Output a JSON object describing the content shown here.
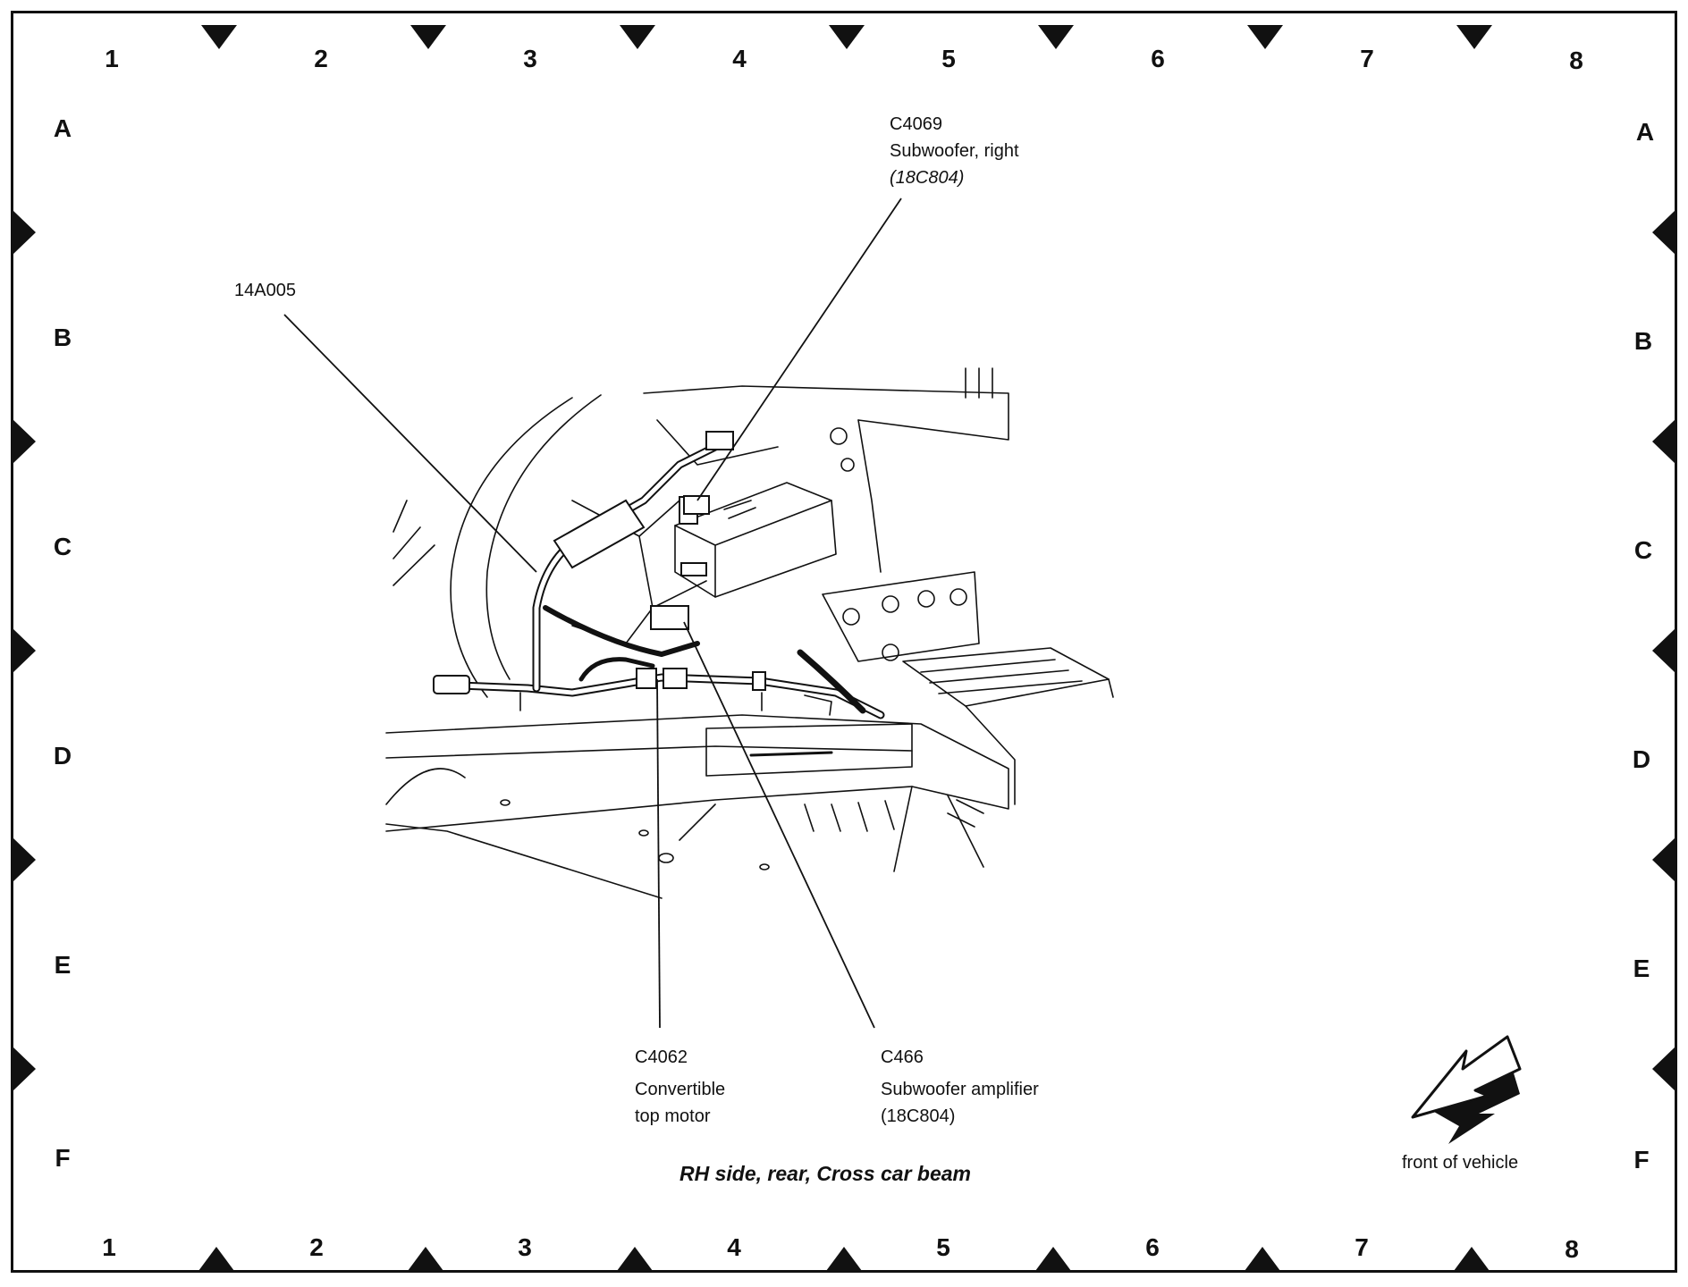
{
  "grid": {
    "columns_top": [
      "1",
      "2",
      "3",
      "4",
      "5",
      "6",
      "7",
      "8"
    ],
    "columns_bottom": [
      "1",
      "2",
      "3",
      "4",
      "5",
      "6",
      "7",
      "8"
    ],
    "rows_left": [
      "A",
      "B",
      "C",
      "D",
      "E",
      "F"
    ],
    "rows_right": [
      "A",
      "B",
      "C",
      "D",
      "E",
      "F"
    ]
  },
  "callouts": {
    "c4069": {
      "id": "C4069",
      "desc": "Subwoofer, right",
      "part": "(18C804)"
    },
    "harness": {
      "id": "14A005"
    },
    "c4062": {
      "id": "C4062",
      "desc1": "Convertible",
      "desc2": "top motor"
    },
    "c466": {
      "id": "C466",
      "desc": "Subwoofer amplifier",
      "part": "(18C804)"
    }
  },
  "caption": "RH side, rear, Cross car beam",
  "orientation": {
    "label": "front of vehicle",
    "icon": "front-arrow-icon"
  },
  "colors": {
    "ink": "#111111",
    "paper": "#ffffff"
  }
}
